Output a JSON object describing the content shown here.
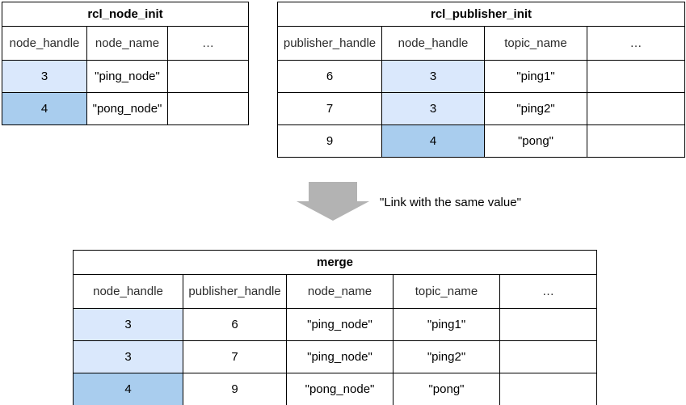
{
  "colors": {
    "highlight_light": "#dae8fc",
    "highlight_dark": "#a9cdee",
    "arrow_gray": "#b3b3b3",
    "table_border": "#000000",
    "background": "#ffffff"
  },
  "arrow": {
    "label": "\"Link with the same value\"",
    "direction": "down"
  },
  "tables": {
    "rcl_node_init": {
      "title": "rcl_node_init",
      "columns": [
        "node_handle",
        "node_name",
        "…"
      ],
      "rows": [
        [
          "3",
          "\"ping_node\"",
          ""
        ],
        [
          "4",
          "\"pong_node\"",
          ""
        ]
      ],
      "highlighted_cells": [
        {
          "row": 0,
          "col": 0,
          "level": "light"
        },
        {
          "row": 1,
          "col": 0,
          "level": "dark"
        }
      ]
    },
    "rcl_publisher_init": {
      "title": "rcl_publisher_init",
      "columns": [
        "publisher_handle",
        "node_handle",
        "topic_name",
        "…"
      ],
      "rows": [
        [
          "6",
          "3",
          "\"ping1\"",
          ""
        ],
        [
          "7",
          "3",
          "\"ping2\"",
          ""
        ],
        [
          "9",
          "4",
          "\"pong\"",
          ""
        ]
      ],
      "highlighted_cells": [
        {
          "row": 0,
          "col": 1,
          "level": "light"
        },
        {
          "row": 1,
          "col": 1,
          "level": "light"
        },
        {
          "row": 2,
          "col": 1,
          "level": "dark"
        }
      ]
    },
    "merge": {
      "title": "merge",
      "columns": [
        "node_handle",
        "publisher_handle",
        "node_name",
        "topic_name",
        "…"
      ],
      "rows": [
        [
          "3",
          "6",
          "\"ping_node\"",
          "\"ping1\"",
          ""
        ],
        [
          "3",
          "7",
          "\"ping_node\"",
          "\"ping2\"",
          ""
        ],
        [
          "4",
          "9",
          "\"pong_node\"",
          "\"pong\"",
          ""
        ]
      ],
      "highlighted_cells": [
        {
          "row": 0,
          "col": 0,
          "level": "light"
        },
        {
          "row": 1,
          "col": 0,
          "level": "light"
        },
        {
          "row": 2,
          "col": 0,
          "level": "dark"
        }
      ]
    }
  }
}
